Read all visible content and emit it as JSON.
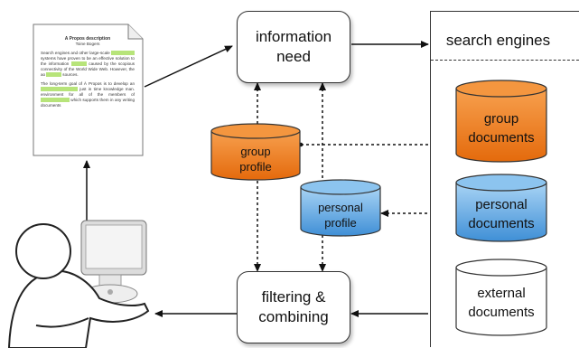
{
  "nodes": {
    "information_need": [
      "information",
      "need"
    ],
    "filtering": [
      "filtering &",
      "combining"
    ],
    "search_engines": "search engines",
    "group_profile": [
      "group",
      "profile"
    ],
    "personal_profile": [
      "personal",
      "profile"
    ],
    "group_documents": [
      "group",
      "documents"
    ],
    "personal_documents": [
      "personal",
      "documents"
    ],
    "external_documents": [
      "external",
      "documents"
    ]
  },
  "document": {
    "title": "A Propos description",
    "author": "Toine Bogers",
    "para1": [
      "Search engines and other large-scale",
      "systems have proven to be an effective solution to the",
      "information",
      "caused by the scopious connectivity of the World Wide Web. However, the ao",
      "sources."
    ],
    "para2": [
      "The long-term goal of À Propos is to develop an",
      "just in time knowledge man. environment for all of the",
      "members of",
      "which supports them in any writing documents"
    ]
  },
  "colors": {
    "orange_top": "#f7a04e",
    "orange_bottom": "#e46a0c",
    "blue_top": "#a9d4f5",
    "blue_bottom": "#3f8fd6",
    "highlight": "#b7e47a"
  }
}
